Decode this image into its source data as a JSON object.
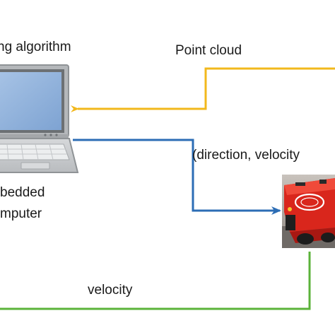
{
  "labels": {
    "algorithm": "ng algorithm",
    "point_cloud": "Point cloud",
    "direction_velocity": "(direction,  velocity",
    "embedded_line1": "bedded",
    "embedded_line2": "mputer",
    "velocity": "velocity"
  },
  "colors": {
    "point_cloud_arrow": "#f2b81c",
    "command_arrow": "#2c6db5",
    "velocity_line": "#5bb33a",
    "laptop_frame": "#9ea2a5",
    "laptop_screen": "#8ab0dc",
    "robot_body": "#d9261c"
  },
  "icons": {
    "computer": "laptop-icon",
    "robot": "mobile-robot-photo"
  }
}
